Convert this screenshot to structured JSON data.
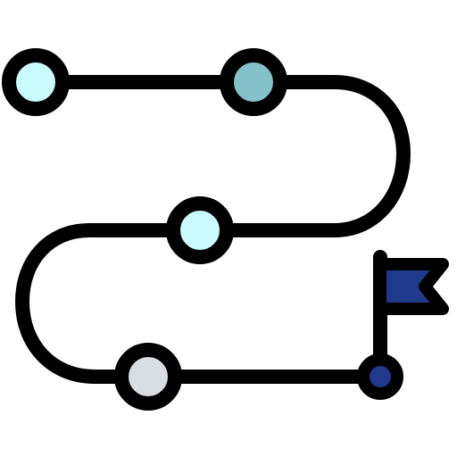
{
  "icon": {
    "name": "roadmap-route-icon",
    "stroke_color": "#000000",
    "flag_color": "#1f3a8a",
    "end_dot_color": "#1f3a8a",
    "milestones": [
      {
        "name": "milestone-1",
        "fill": "#c8fafe"
      },
      {
        "name": "milestone-2",
        "fill": "#85c1c8"
      },
      {
        "name": "milestone-3",
        "fill": "#c8fafe"
      },
      {
        "name": "milestone-4",
        "fill": "#d8dde2"
      }
    ]
  }
}
